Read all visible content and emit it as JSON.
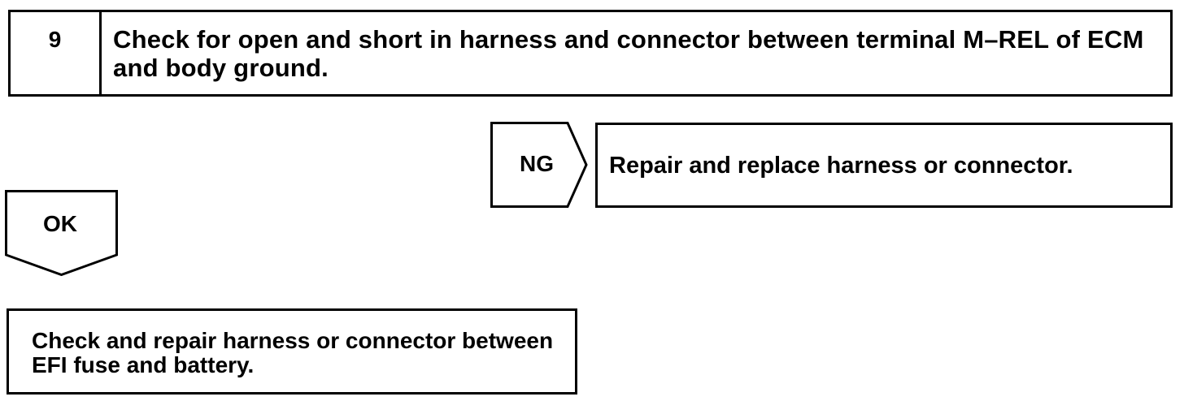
{
  "step": {
    "number": "9",
    "title": "Check for open and short in harness and connector between terminal M–REL of ECM and body ground."
  },
  "ng_branch": {
    "label": "NG",
    "result": "Repair and replace harness or connector."
  },
  "ok_branch": {
    "label": "OK",
    "action": "Check and repair harness or connector between EFI fuse and battery."
  }
}
